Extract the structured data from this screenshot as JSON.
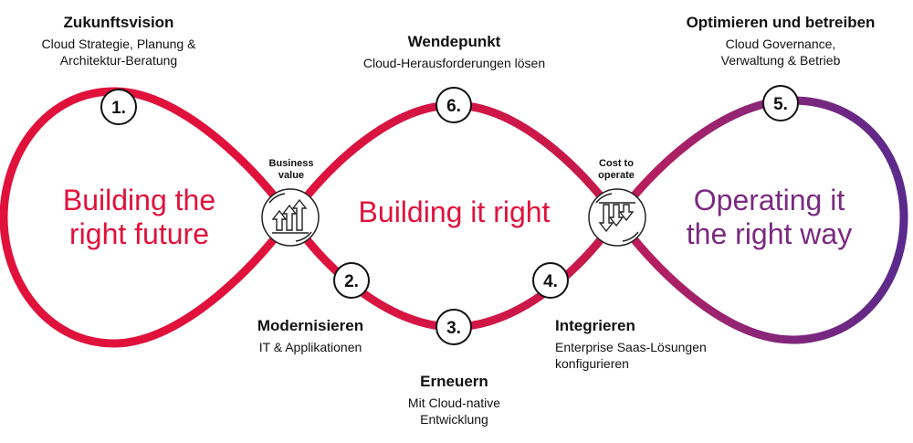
{
  "colors": {
    "red": "#e0123c",
    "purple": "#5a2a8c",
    "accent_mid": "#b0205a"
  },
  "loops": {
    "left": "Building the right future",
    "left_lines": [
      "Building the",
      "right future"
    ],
    "center": "Building it right",
    "right_lines": [
      "Operating it",
      "the right way"
    ]
  },
  "crossings": {
    "business_lines": [
      "Business",
      "value"
    ],
    "cost_lines": [
      "Cost to",
      "operate"
    ],
    "business_icon": "arrows-up-cycle-icon",
    "cost_icon": "arrows-down-cycle-icon"
  },
  "steps": [
    {
      "num": "1.",
      "title": "Zukunftsvision",
      "desc": [
        "Cloud Strategie, Planung &",
        "Architektur-Beratung"
      ]
    },
    {
      "num": "2.",
      "title": "Modernisieren",
      "desc": [
        "IT & Applikationen"
      ]
    },
    {
      "num": "3.",
      "title": "Erneuern",
      "desc": [
        "Mit Cloud-native",
        "Entwicklung"
      ]
    },
    {
      "num": "4.",
      "title": "Integrieren",
      "desc": [
        "Enterprise Saas-Lösungen",
        "konfigurieren"
      ]
    },
    {
      "num": "5.",
      "title": "Optimieren und betreiben",
      "desc": [
        "Cloud Governance,",
        "Verwaltung & Betrieb"
      ]
    },
    {
      "num": "6.",
      "title": "Wendepunkt",
      "desc": [
        "Cloud-Herausforderungen lösen"
      ]
    }
  ]
}
